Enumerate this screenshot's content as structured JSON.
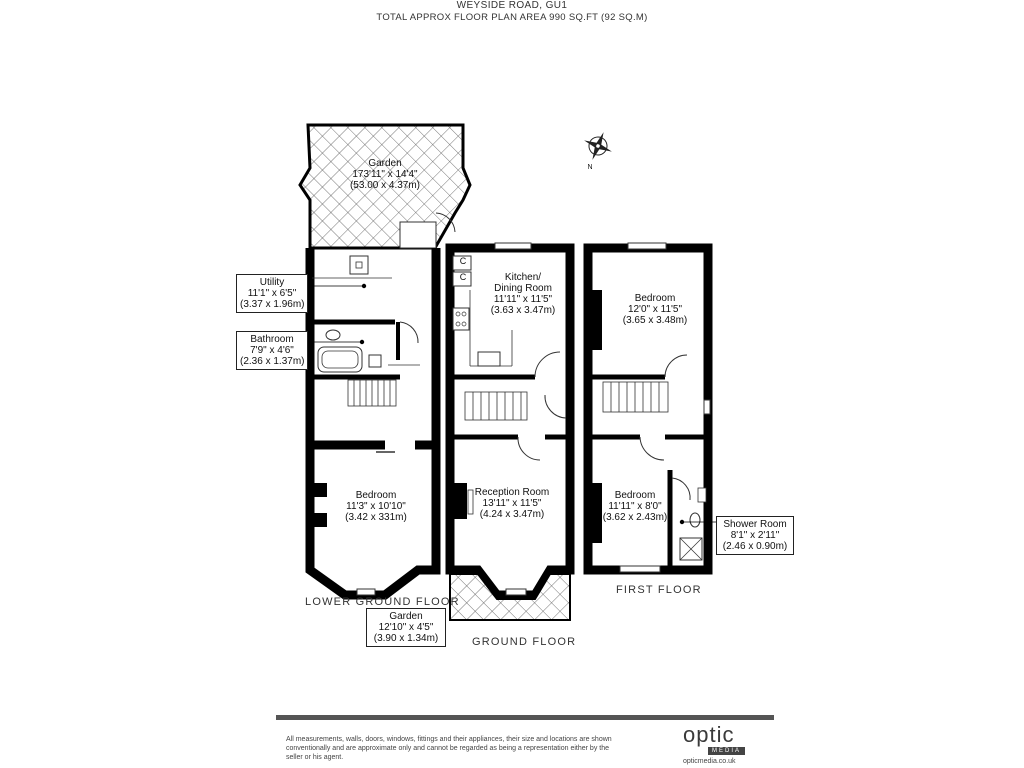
{
  "header": {
    "title": "WEYSIDE ROAD, GU1",
    "subtitle": "TOTAL APPROX FLOOR PLAN AREA 990 SQ.FT (92 SQ.M)"
  },
  "colors": {
    "wall": "#000000",
    "hatch": "#555555",
    "fixture": "#333333",
    "text": "#222222"
  },
  "compass": {
    "north_label": "N"
  },
  "rooms": {
    "garden_rear": {
      "name": "Garden",
      "size_imperial": "173'11\" x 14'4\"",
      "size_metric": "(53.00 x 4.37m)"
    },
    "utility": {
      "name": "Utility",
      "size_imperial": "11'1\" x 6'5\"",
      "size_metric": "(3.37 x 1.96m)"
    },
    "bathroom": {
      "name": "Bathroom",
      "size_imperial": "7'9\" x 4'6\"",
      "size_metric": "(2.36 x 1.37m)"
    },
    "bedroom_lower": {
      "name": "Bedroom",
      "size_imperial": "11'3\" x 10'10\"",
      "size_metric": "(3.42 x 331m)"
    },
    "garden_front": {
      "name": "Garden",
      "size_imperial": "12'10\" x 4'5\"",
      "size_metric": "(3.90 x 1.34m)"
    },
    "kitchen": {
      "name_line1": "Kitchen/",
      "name_line2": "Dining Room",
      "size_imperial": "11'11\" x 11'5\"",
      "size_metric": "(3.63 x 3.47m)"
    },
    "reception": {
      "name": "Reception Room",
      "size_imperial": "13'11\" x 11'5\"",
      "size_metric": "(4.24 x 3.47m)"
    },
    "bedroom_first_1": {
      "name": "Bedroom",
      "size_imperial": "12'0\" x 11'5\"",
      "size_metric": "(3.65 x 3.48m)"
    },
    "bedroom_first_2": {
      "name": "Bedroom",
      "size_imperial": "11'11\" x 8'0\"",
      "size_metric": "(3.62 x 2.43m)"
    },
    "shower_room": {
      "name": "Shower Room",
      "size_imperial": "8'1\" x 2'11\"",
      "size_metric": "(2.46 x 0.90m)"
    }
  },
  "cupboards": [
    "C",
    "C"
  ],
  "floors": {
    "lower": "LOWER GROUND FLOOR",
    "ground": "GROUND FLOOR",
    "first": "FIRST FLOOR"
  },
  "footer": {
    "disclaimer": "All measurements, walls, doors, windows, fittings and their appliances, their size and locations are shown conventionally and are approximate only and cannot be regarded as being a representation either by the seller or his agent.",
    "brand_name": "optic",
    "brand_sub": "MEDIA",
    "brand_url": "opticmedia.co.uk"
  }
}
